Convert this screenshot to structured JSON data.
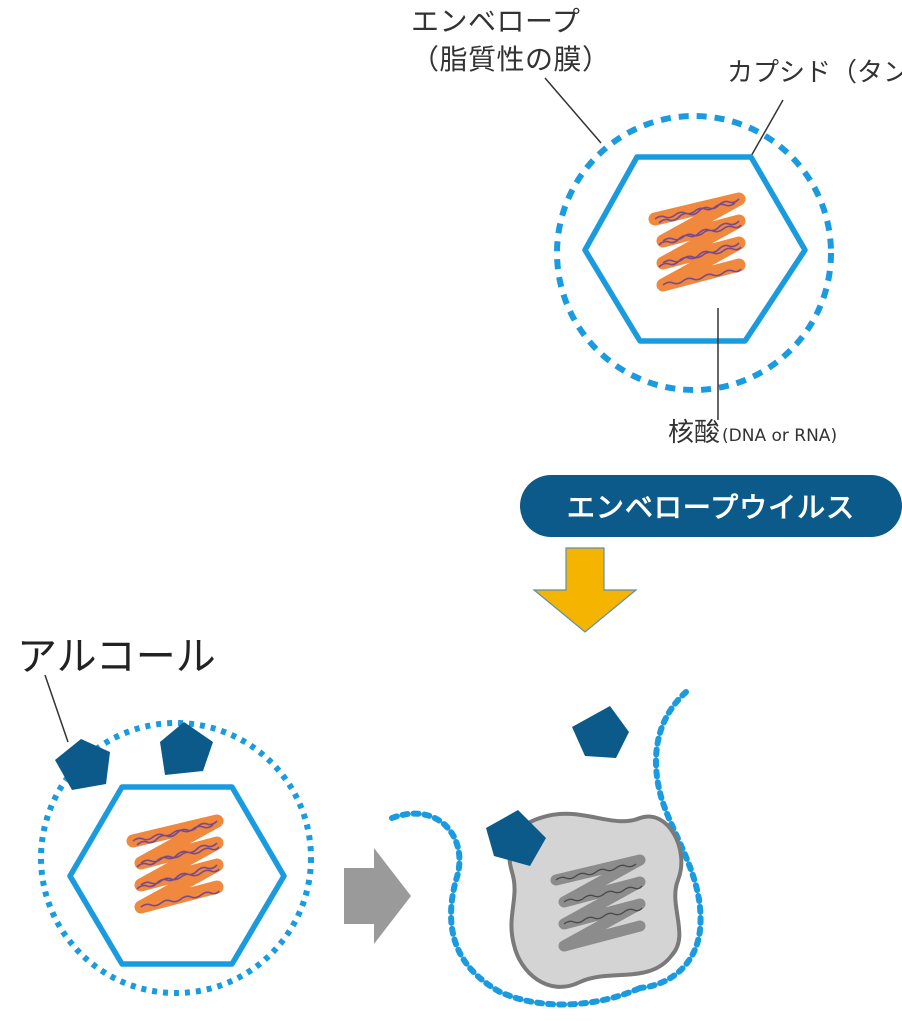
{
  "labels": {
    "envelope_line1": "エンベロープ",
    "envelope_line2": "（脂質性の膜）",
    "capsid": "カプシド（タン",
    "nucleic_acid": "核酸",
    "nucleic_acid_detail": "(DNA or RNA)",
    "enveloped_virus": "エンベロープウイルス",
    "alcohol": "アルコール"
  },
  "colors": {
    "envelope_dash": "#1a9be0",
    "capsid_stroke": "#1a9be0",
    "nucleic_orange": "#f0883e",
    "alcohol_molecule": "#0b5a8a",
    "down_arrow": "#f5b400",
    "right_arrow": "#9a9a9a",
    "damaged_virus": "#d4d4d4"
  }
}
